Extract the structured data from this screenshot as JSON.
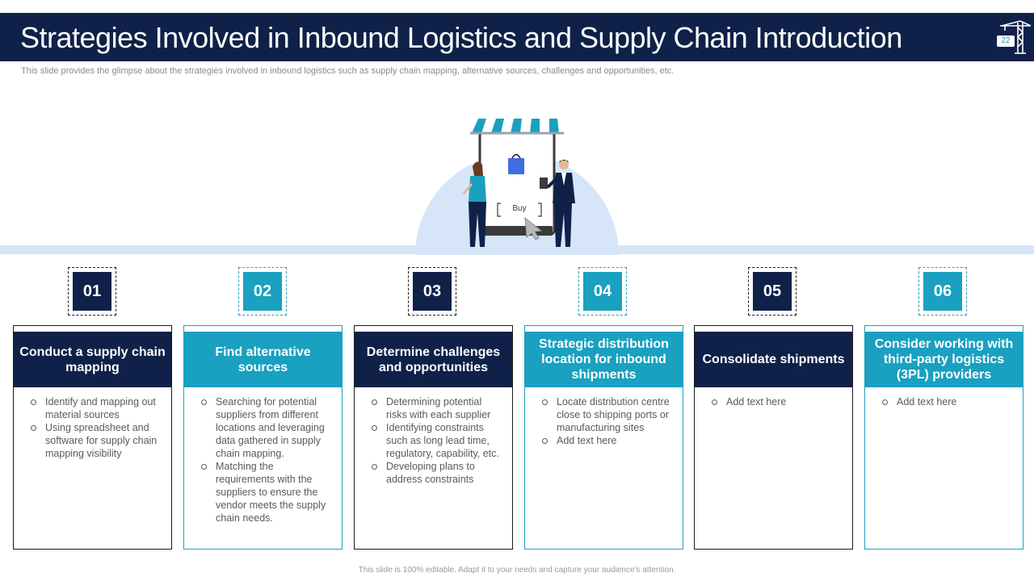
{
  "slide": {
    "title": "Strategies Involved in Inbound Logistics and Supply Chain Introduction",
    "page_number": "22",
    "subtitle": "This slide provides the glimpse about the strategies involved in inbound logistics such as supply chain mapping, alternative sources, challenges and opportunities, etc.",
    "footer": "This slide is 100% editable. Adapt it to your needs and capture your audience's attention."
  },
  "illustration": {
    "buy_label": "Buy"
  },
  "colors": {
    "navy": "#0f2148",
    "teal": "#1aa0c0",
    "band": "#d7e5f9"
  },
  "steps": [
    {
      "number": "01",
      "title": "Conduct a supply chain mapping",
      "items": [
        "Identify and mapping out material sources",
        "Using spreadsheet and software for supply chain mapping visibility"
      ]
    },
    {
      "number": "02",
      "title": "Find alternative sources",
      "items": [
        "Searching for potential suppliers from different locations and leveraging data gathered in supply chain mapping.",
        "Matching the requirements with the suppliers to ensure the vendor meets the supply chain needs."
      ]
    },
    {
      "number": "03",
      "title": "Determine challenges and opportunities",
      "items": [
        "Determining potential risks with each supplier",
        "Identifying constraints such as long lead time, regulatory, capability, etc.",
        "Developing plans to address constraints"
      ]
    },
    {
      "number": "04",
      "title": "Strategic distribution location for inbound shipments",
      "items": [
        "Locate distribution centre close to shipping ports or manufacturing sites",
        "Add text here"
      ]
    },
    {
      "number": "05",
      "title": "Consolidate shipments",
      "items": [
        "Add text here"
      ]
    },
    {
      "number": "06",
      "title": "Consider working with third-party logistics (3PL) providers",
      "items": [
        "Add text here"
      ]
    }
  ]
}
